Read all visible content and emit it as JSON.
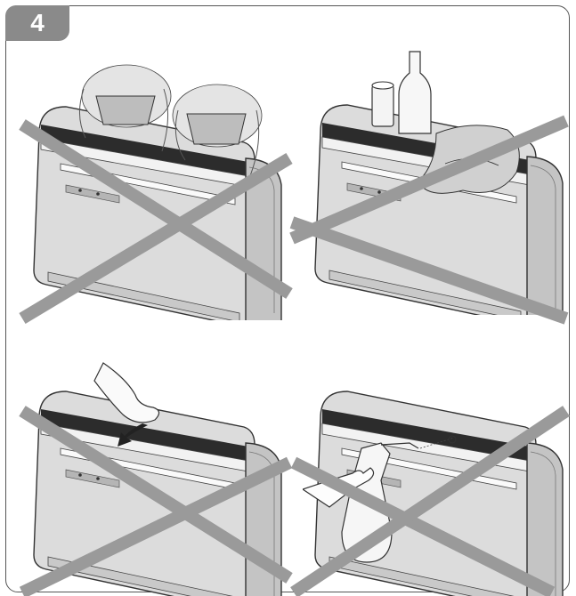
{
  "step": {
    "number": "4"
  },
  "panels": [
    {
      "id": "no-plants-on-top",
      "prohibited": true
    },
    {
      "id": "no-objects-or-cloth-on-top",
      "prohibited": true
    },
    {
      "id": "no-touching-louvre-flap",
      "prohibited": true
    },
    {
      "id": "no-spraying-liquids",
      "prohibited": true
    }
  ],
  "colors": {
    "unit_body": "#d9d9d9",
    "unit_outline": "#3a3a3a",
    "cross": "#9a9a9a",
    "badge": "#8a8a8a"
  }
}
